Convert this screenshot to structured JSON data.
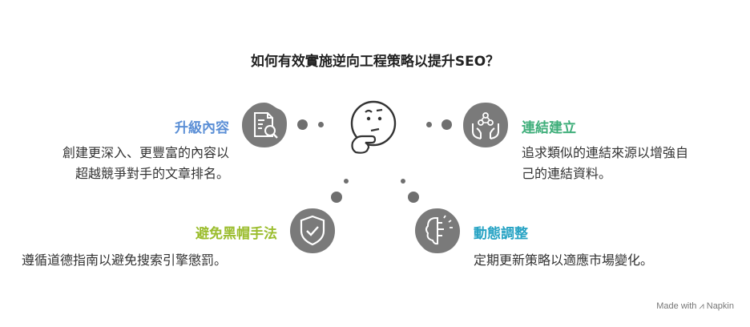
{
  "title": "如何有效實施逆向工程策略以提升SEO？",
  "items": [
    {
      "heading": "升級內容",
      "color": "#5b8fd6",
      "lines": [
        "創建更深入、更豐富的內容以",
        "超越競爭對手的文章排名。"
      ],
      "icon": "document-search-icon"
    },
    {
      "heading": "連結建立",
      "color": "#3fae7a",
      "lines": [
        "追求類似的連結來源以增強自",
        "己的連結資料。"
      ],
      "icon": "hands-network-icon"
    },
    {
      "heading": "避免黑帽手法",
      "color": "#9bbd2e",
      "lines": [
        "遵循道德指南以避免搜索引擎懲罰。"
      ],
      "icon": "shield-check-icon"
    },
    {
      "heading": "動態調整",
      "color": "#27a3c4",
      "lines": [
        "定期更新策略以適應市場變化。"
      ],
      "icon": "brain-bulb-icon"
    }
  ],
  "center_icon": "thinking-face-icon",
  "credit": {
    "prefix": "Made with",
    "brand": "Napkin"
  }
}
